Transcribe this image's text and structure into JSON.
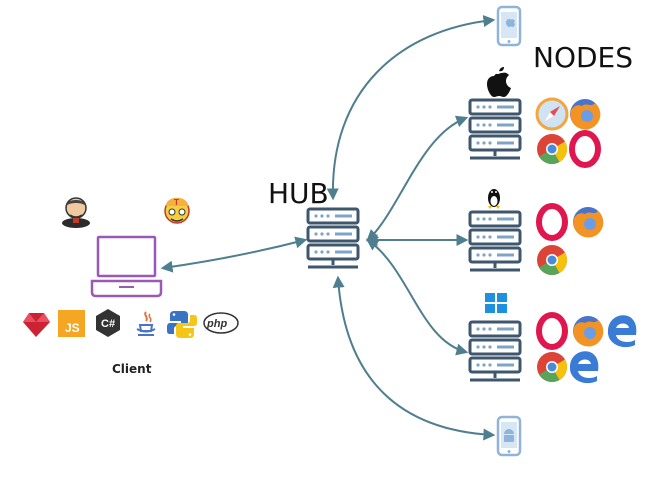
{
  "labels": {
    "nodes_title": "NODES",
    "hub_title": "HUB",
    "client_title": "Client"
  },
  "client": {
    "tool_icons": [
      "jenkins-icon",
      "selenium-tester-icon"
    ],
    "language_icons": [
      {
        "name": "ruby-icon"
      },
      {
        "name": "javascript-icon",
        "text": "JS"
      },
      {
        "name": "csharp-icon",
        "text": "C#"
      },
      {
        "name": "java-icon"
      },
      {
        "name": "python-icon"
      },
      {
        "name": "php-icon",
        "text": "php"
      }
    ]
  },
  "nodes": [
    {
      "os": "apple-icon",
      "browsers": [
        "safari-icon",
        "firefox-icon",
        "chrome-icon",
        "opera-icon"
      ]
    },
    {
      "os": "linux-icon",
      "browsers": [
        "opera-icon",
        "firefox-icon",
        "chrome-icon"
      ]
    },
    {
      "os": "windows-icon",
      "browsers": [
        "opera-icon",
        "firefox-icon",
        "edge-icon",
        "chrome-icon",
        "edge-icon"
      ]
    }
  ],
  "mobile_devices": [
    "ios-phone-icon",
    "android-phone-icon"
  ],
  "colors": {
    "arrow": "#4f7f8e",
    "server": "#3f566f",
    "server_light": "#7fa3c8",
    "laptop": "#9b59b6",
    "phone": "#8fb3d9"
  }
}
